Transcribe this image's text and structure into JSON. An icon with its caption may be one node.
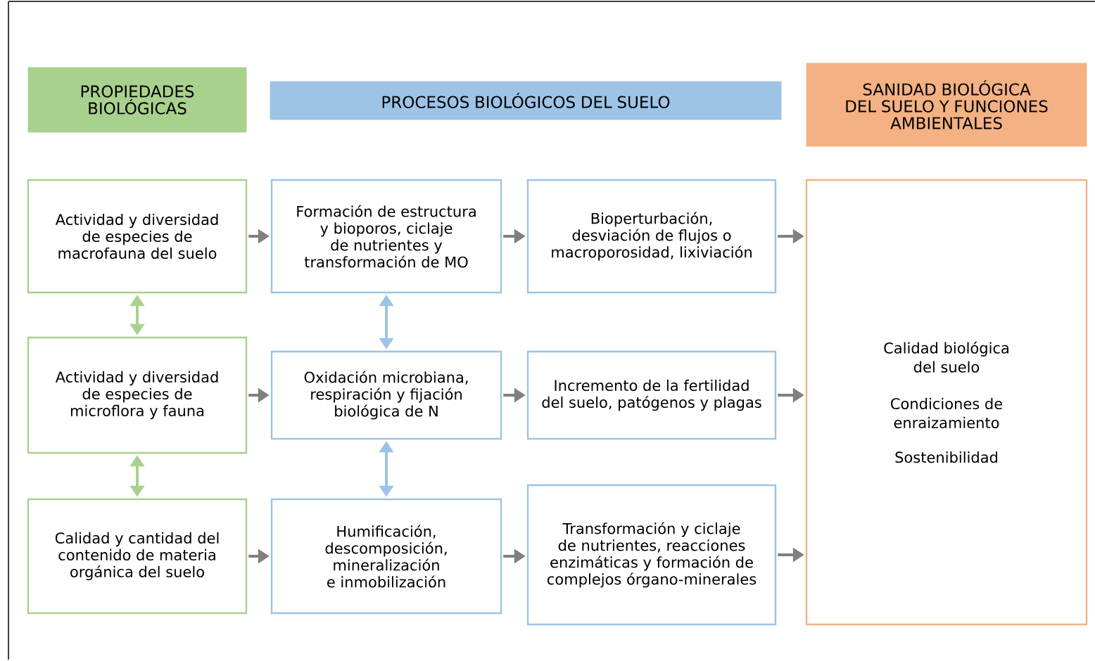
{
  "diagram": {
    "nodes": [
      {
        "text": [
          "PROPIEDADES BIOLÓGICAS"
        ]
      },
      {
        "text": [
          "PROCESOS BIOLÓGICOS DEL SUELO"
        ]
      },
      {
        "text": [
          "SANIDAD BIOLÓGICA DEL SUELO Y FUNCIONES AMBIENTALES"
        ]
      },
      {
        "text": [
          "Actividad y diversidad de especies de macrofauna del suelo"
        ]
      },
      {
        "text": [
          "Formación de estructura y bioporos, ciclaje de nutrientes y transformación de MO"
        ]
      },
      {
        "text": [
          "Bioperturbación, desviación de flujos o macroporosidad, lixiviación"
        ]
      },
      {
        "text": [
          "Calidad biológica del suelo",
          "Condiciones de enraizamiento",
          "Sostenibilidad"
        ]
      },
      {
        "text": [
          "Actividad y diversidad de especies de microflora y fauna"
        ]
      },
      {
        "text": [
          "Oxidación microbiana, respiración y fijación biológica de N"
        ]
      },
      {
        "text": [
          "Incremento de la fertilidad del suelo, patógenos y plagas"
        ]
      },
      {
        "text": [
          "Calidad y cantidad del contenido de materia orgánica del suelo"
        ]
      },
      {
        "text": [
          "Humificación, descomposición, mineralización e inmobilización"
        ]
      },
      {
        "text": [
          "Transformación y ciclaje de nutrientes, reacciones enzimáticas y formación de complejos órgano-minerales"
        ]
      }
    ],
    "edges": [
      {
        "from": 3,
        "to": 4,
        "arrow": "to"
      },
      {
        "from": 4,
        "to": 5,
        "arrow": "to"
      },
      {
        "from": 5,
        "to": 6,
        "arrow": "to"
      },
      {
        "from": 7,
        "to": 8,
        "arrow": "to"
      },
      {
        "from": 8,
        "to": 9,
        "arrow": "to"
      },
      {
        "from": 9,
        "to": 6,
        "arrow": "to"
      },
      {
        "from": 10,
        "to": 11,
        "arrow": "to"
      },
      {
        "from": 11,
        "to": 12,
        "arrow": "to"
      },
      {
        "from": 12,
        "to": 6,
        "arrow": "to"
      },
      {
        "from": 3,
        "to": 7,
        "arrow": "both",
        "color": "#a9d18e"
      },
      {
        "from": 7,
        "to": 10,
        "arrow": "both",
        "color": "#a9d18e"
      },
      {
        "from": 4,
        "to": 8,
        "arrow": "both",
        "color": "#9dc3e6"
      },
      {
        "from": 8,
        "to": 11,
        "arrow": "both",
        "color": "#9dc3e6"
      }
    ]
  }
}
